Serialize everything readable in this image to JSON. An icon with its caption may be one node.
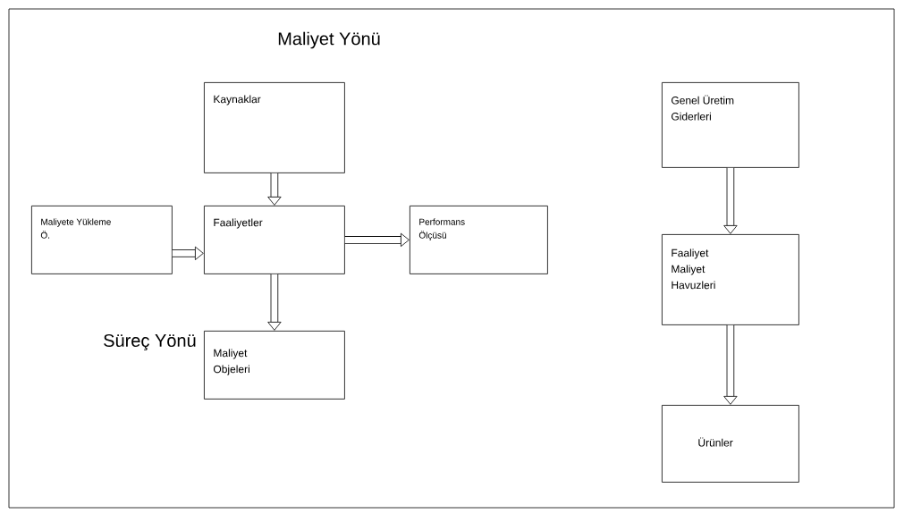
{
  "diagram": {
    "nodes": [
      {
        "text": [
          "Kaynaklar"
        ]
      },
      {
        "text": [
          "Maliyete Yükleme Ö."
        ]
      },
      {
        "text": [
          "Faaliyetler"
        ]
      },
      {
        "text": [
          "Performans Ölçüsü"
        ]
      },
      {
        "text": [
          "Maliyet Objeleri"
        ]
      },
      {
        "text": [
          "Genel Üretim Giderleri"
        ]
      },
      {
        "text": [
          "Faaliyet Maliyet Havuzleri"
        ]
      },
      {
        "text": [
          "Ürünler"
        ]
      }
    ],
    "edges": [
      {
        "from": 0,
        "to": 2,
        "arrow": "to"
      },
      {
        "from": 1,
        "to": 2,
        "arrow": "to"
      },
      {
        "from": 2,
        "to": 3,
        "arrow": "to"
      },
      {
        "from": 2,
        "to": 4,
        "arrow": "to"
      },
      {
        "from": 5,
        "to": 6,
        "arrow": "to"
      },
      {
        "from": 6,
        "to": 7,
        "arrow": "to"
      }
    ],
    "labels": [
      "Maliyet Yönü",
      "Süreç Yönü"
    ]
  }
}
